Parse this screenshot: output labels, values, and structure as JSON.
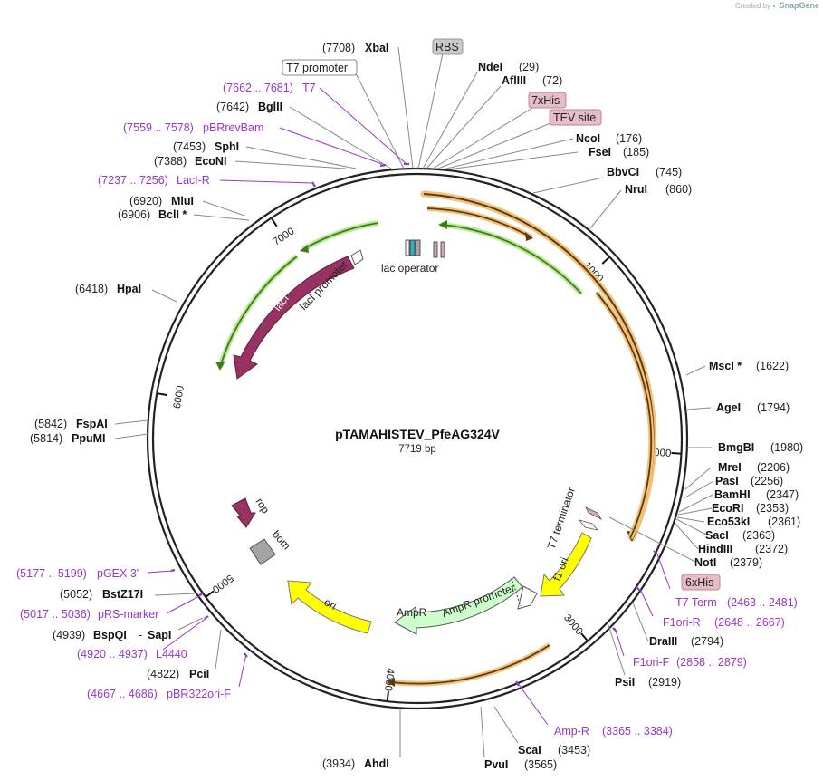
{
  "credit": {
    "prefix": "Created by",
    "brand": "SnapGene"
  },
  "plasmid": {
    "name": "pTAMAHISTEV_PfeAG324V",
    "length_label": "7719 bp",
    "length": 7719
  },
  "ticks": [
    {
      "pos": 1000,
      "label": "1000"
    },
    {
      "pos": 2000,
      "label": "2000"
    },
    {
      "pos": 3000,
      "label": "3000"
    },
    {
      "pos": 4000,
      "label": "4000"
    },
    {
      "pos": 5000,
      "label": "5000"
    },
    {
      "pos": 6000,
      "label": "6000"
    },
    {
      "pos": 7000,
      "label": "7000"
    }
  ],
  "enzymes": [
    {
      "name": "XbaI",
      "pos": "(7708)"
    },
    {
      "name": "NdeI",
      "pos": "(29)"
    },
    {
      "name": "AflIII",
      "pos": "(72)"
    },
    {
      "name": "NcoI",
      "pos": "(176)"
    },
    {
      "name": "FseI",
      "pos": "(185)"
    },
    {
      "name": "BbvCI",
      "pos": "(745)"
    },
    {
      "name": "NruI",
      "pos": "(860)"
    },
    {
      "name": "MscI *",
      "pos": "(1622)"
    },
    {
      "name": "AgeI",
      "pos": "(1794)"
    },
    {
      "name": "BmgBI",
      "pos": "(1980)"
    },
    {
      "name": "MreI",
      "pos": "(2206)"
    },
    {
      "name": "PasI",
      "pos": "(2256)"
    },
    {
      "name": "BamHI",
      "pos": "(2347)"
    },
    {
      "name": "EcoRI",
      "pos": "(2353)"
    },
    {
      "name": "Eco53kI",
      "pos": "(2361)"
    },
    {
      "name": "SacI",
      "pos": "(2363)"
    },
    {
      "name": "HindIII",
      "pos": "(2372)"
    },
    {
      "name": "NotI",
      "pos": "(2379)"
    },
    {
      "name": "DraIII",
      "pos": "(2794)"
    },
    {
      "name": "PsiI",
      "pos": "(2919)"
    },
    {
      "name": "ScaI",
      "pos": "(3453)"
    },
    {
      "name": "PvuI",
      "pos": "(3565)"
    },
    {
      "name": "AhdI",
      "pos": "(3934)"
    },
    {
      "name": "PciI",
      "pos": "(4822)"
    },
    {
      "name": "BspQI",
      "pos": "(4939)"
    },
    {
      "name": "SapI",
      "pos": ""
    },
    {
      "name": "BstZ17I",
      "pos": "(5052)"
    },
    {
      "name": "PpuMI",
      "pos": "(5814)"
    },
    {
      "name": "FspAI",
      "pos": "(5842)"
    },
    {
      "name": "HpaI",
      "pos": "(6418)"
    },
    {
      "name": "BclI *",
      "pos": "(6906)"
    },
    {
      "name": "MluI",
      "pos": "(6920)"
    },
    {
      "name": "EcoNI",
      "pos": "(7388)"
    },
    {
      "name": "SphI",
      "pos": "(7453)"
    },
    {
      "name": "BglII",
      "pos": "(7642)"
    }
  ],
  "primers": [
    {
      "name": "T7",
      "range": "(7662 .. 7681)"
    },
    {
      "name": "pBRrevBam",
      "range": "(7559 .. 7578)"
    },
    {
      "name": "LacI-R",
      "range": "(7237 .. 7256)"
    },
    {
      "name": "T7 Term",
      "range": "(2463 .. 2481)"
    },
    {
      "name": "F1ori-R",
      "range": "(2648 .. 2667)"
    },
    {
      "name": "F1ori-F",
      "range": "(2858 .. 2879)"
    },
    {
      "name": "Amp-R",
      "range": "(3365 .. 3384)"
    },
    {
      "name": "pBR322ori-F",
      "range": "(4667 .. 4686)"
    },
    {
      "name": "L4440",
      "range": "(4920 .. 4937)"
    },
    {
      "name": "pRS-marker",
      "range": "(5017 .. 5036)"
    },
    {
      "name": "pGEX 3'",
      "range": "(5177 .. 5199)"
    }
  ],
  "boxed_features": [
    {
      "name": "RBS",
      "style": "gray"
    },
    {
      "name": "T7 promoter",
      "style": "white"
    },
    {
      "name": "7xHis",
      "style": "pink"
    },
    {
      "name": "TEV site",
      "style": "pink"
    },
    {
      "name": "6xHis",
      "style": "pink"
    }
  ],
  "features": [
    {
      "name": "lacI",
      "color": "#973263"
    },
    {
      "name": "lacI promoter",
      "color": "#ffffff"
    },
    {
      "name": "lac operator",
      "color": "#39a9c4"
    },
    {
      "name": "T7 terminator",
      "color": "#d8a7b6"
    },
    {
      "name": "f1 ori",
      "color": "#ffff00"
    },
    {
      "name": "AmpR promoter",
      "color": "#ffffff"
    },
    {
      "name": "AmpR",
      "color": "#ccffcc"
    },
    {
      "name": "ori",
      "color": "#ffff00"
    },
    {
      "name": "bom",
      "color": "#a4a4a4"
    },
    {
      "name": "rop",
      "color": "#973263"
    }
  ],
  "colors": {
    "orf": "#e8a33d",
    "green_orf": "#3f9a0d",
    "primer": "#9a35c9",
    "backbone": "#222222"
  }
}
